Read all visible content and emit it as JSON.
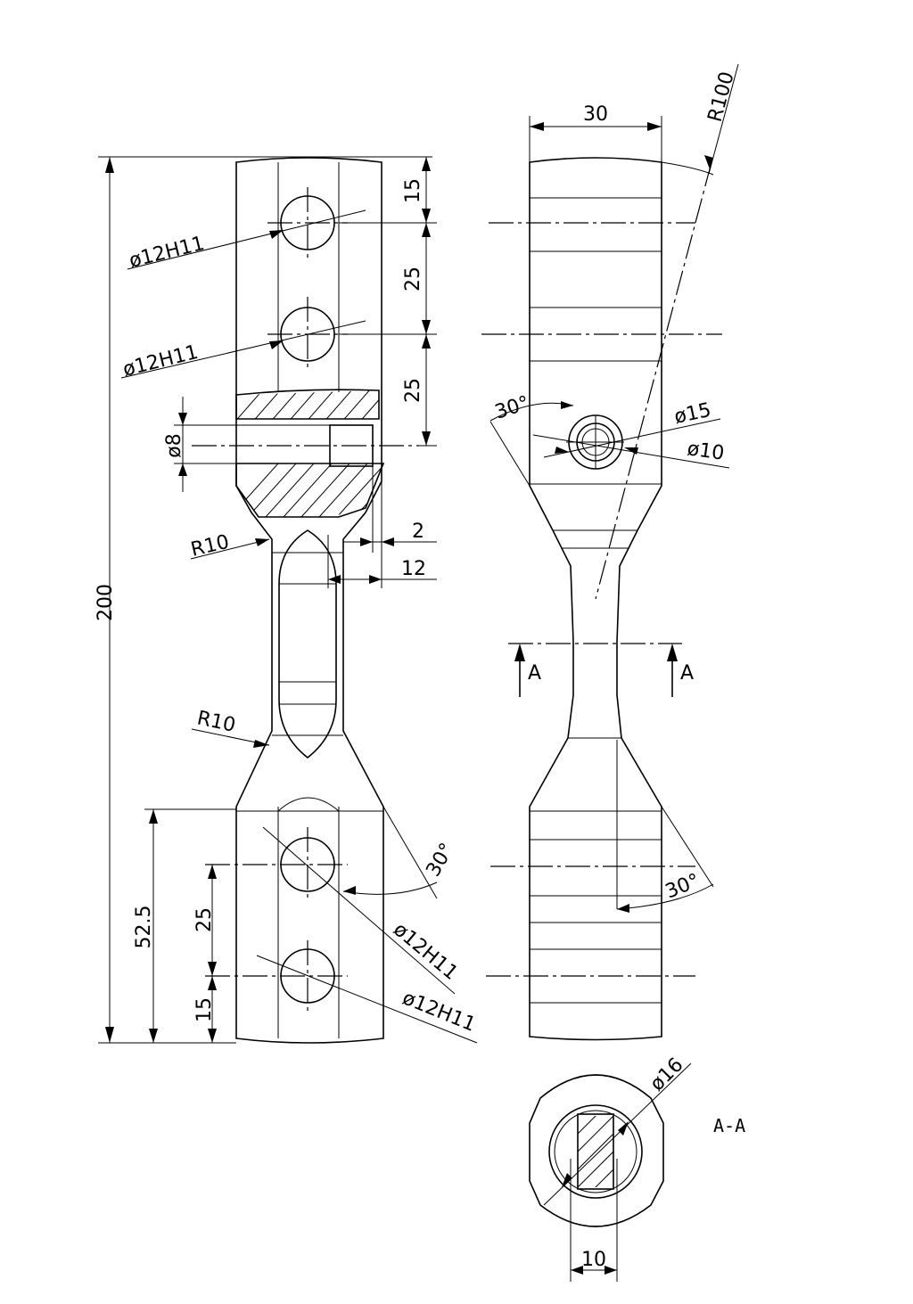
{
  "front_view": {
    "overall_length": "200",
    "hole_upper_1": "ø12H11",
    "hole_upper_2": "ø12H11",
    "hole_lower_1": "ø12H11",
    "hole_lower_2": "ø12H11",
    "pitch_top": "15",
    "pitch_mid_1": "25",
    "pitch_mid_2": "25",
    "cross_hole": "ø8",
    "fillet_upper": "R10",
    "fillet_lower": "R10",
    "step_dim": "2",
    "step_dim_2": "12",
    "bottom_height": "52.5",
    "bottom_pitch": "25",
    "bottom_end": "15",
    "taper_angle": "30°"
  },
  "side_view": {
    "width": "30",
    "crown_radius": "R100",
    "bore_outer": "ø15",
    "bore_inner": "ø10",
    "chamfer_angle_top": "30°",
    "chamfer_angle_bottom": "30°",
    "section_mark_left": "A",
    "section_mark_right": "A"
  },
  "section_view": {
    "title": "A-A",
    "diameter": "ø16",
    "flat_width": "10"
  }
}
